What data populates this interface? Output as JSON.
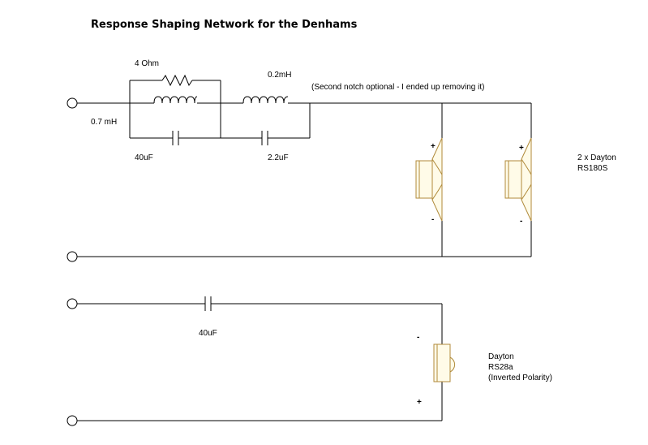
{
  "title": "Response Shaping Network for the Denhams",
  "woofer_network": {
    "resistor_label": "4 Ohm",
    "inductor_parallel_label": "0.7 mH",
    "cap_parallel_label": "40uF",
    "inductor_notch2_label": "0.2mH",
    "cap_notch2_label": "2.2uF",
    "notch2_note": "(Second notch optional - I ended up removing it)"
  },
  "woofers": {
    "label_line1": "2 x Dayton",
    "label_line2": "RS180S",
    "plus": "+",
    "minus": "-"
  },
  "tweeter_network": {
    "cap_label": "40uF"
  },
  "tweeter": {
    "label_line1": "Dayton",
    "label_line2": "RS28a",
    "label_line3": "(Inverted Polarity)",
    "plus": "+",
    "minus": "-"
  }
}
